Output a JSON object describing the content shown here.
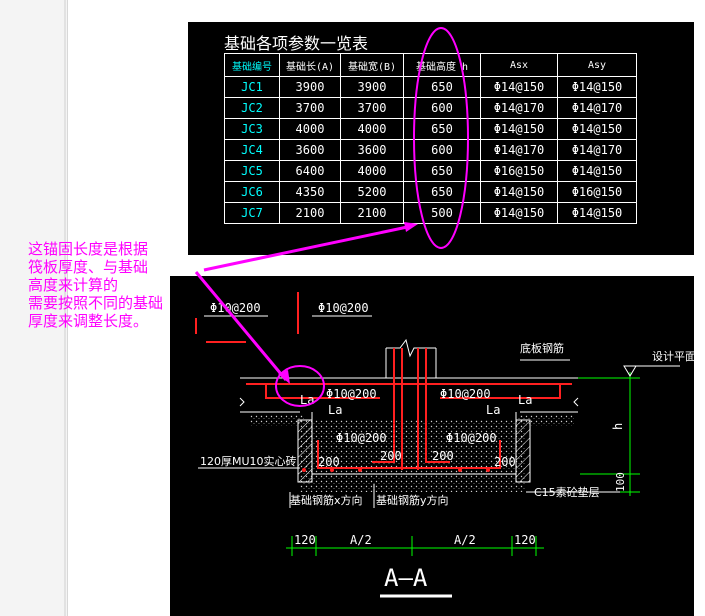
{
  "table": {
    "title": "基础各项参数一览表",
    "headers": [
      "基础编号",
      "基础长(A)",
      "基础宽(B)",
      "基础高度 h",
      "Asx",
      "Asy"
    ],
    "rows": [
      [
        "JC1",
        "3900",
        "3900",
        "650",
        "Φ14@150",
        "Φ14@150"
      ],
      [
        "JC2",
        "3700",
        "3700",
        "600",
        "Φ14@170",
        "Φ14@170"
      ],
      [
        "JC3",
        "4000",
        "4000",
        "650",
        "Φ14@150",
        "Φ14@150"
      ],
      [
        "JC4",
        "3600",
        "3600",
        "600",
        "Φ14@170",
        "Φ14@170"
      ],
      [
        "JC5",
        "6400",
        "4000",
        "650",
        "Φ16@150",
        "Φ14@150"
      ],
      [
        "JC6",
        "4350",
        "5200",
        "650",
        "Φ14@150",
        "Φ16@150"
      ],
      [
        "JC7",
        "2100",
        "2100",
        "500",
        "Φ14@150",
        "Φ14@150"
      ]
    ]
  },
  "annotation": {
    "lines": [
      "这锚固长度是根据",
      "筏板厚度、与基础",
      "高度来计算的",
      "需要按照不同的基础",
      "厚度来调整长度。"
    ]
  },
  "drawing": {
    "top_rebar_left": "Φ10@200",
    "top_rebar_right": "Φ10@200",
    "rebar_1": "Φ10@200",
    "rebar_2": "Φ10@200",
    "rebar_3": "Φ10@200",
    "rebar_4": "Φ10@200",
    "la_1": "La",
    "la_2": "La",
    "la_3": "La",
    "la_4": "La",
    "dim_200_1": "200",
    "dim_200_2": "200",
    "dim_200_3": "200",
    "dim_200_4": "200",
    "bottom_rebar": "底板钢筋",
    "design_surface": "设计平面",
    "height_h": "h",
    "dim_100": "100",
    "brick": "120厚MU10实心砖",
    "cushion": "C15素砼垫层",
    "rebar_x": "基础钢筋x方向",
    "rebar_y": "基础钢筋y方向",
    "dim_120_left": "120",
    "dim_half_left": "A/2",
    "dim_half_right": "A/2",
    "dim_120_right": "120",
    "section_label": "A—A"
  },
  "colors": {
    "cad_background": "#000000",
    "annotation": "#ff00ff",
    "rebar": "#ff2020",
    "dimension": "#00ff00",
    "cyan_text": "#00ffff"
  }
}
